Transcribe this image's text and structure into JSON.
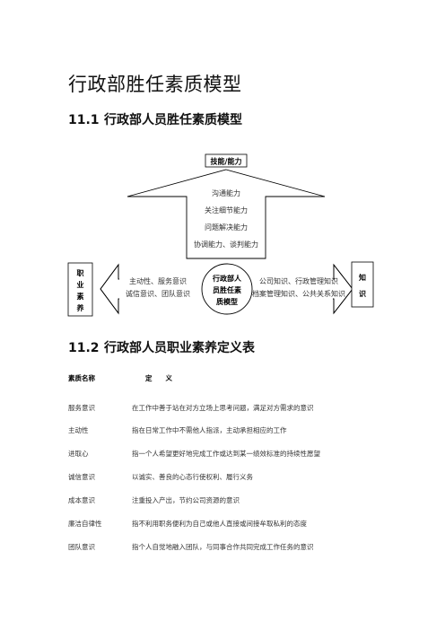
{
  "page": {
    "title": "行政部胜任素质模型",
    "section1": {
      "number": "11.1",
      "title": "行政部人员胜任素质模型"
    },
    "section2": {
      "number": "11.2",
      "title": "行政部人员职业素养定义表"
    }
  },
  "diagram": {
    "top_label": "技能/能力",
    "top_items": [
      "沟通能力",
      "关注细节能力",
      "问题解决能力",
      "协调能力、谈判能力"
    ],
    "left_label": [
      "职",
      "业",
      "素",
      "养"
    ],
    "left_items": [
      "主动性、服务意识",
      "诚信意识、团队意识"
    ],
    "center": [
      "行政部人",
      "员胜任素",
      "质模型"
    ],
    "right_label": [
      "知",
      "识"
    ],
    "right_items": [
      "公司知识、行政管理知识",
      "档案管理知识、公共关系知识"
    ]
  },
  "table": {
    "header": {
      "term": "素质名称",
      "def": "定　　义"
    },
    "rows": [
      {
        "term": "服务意识",
        "def": "在工作中善于站在对方立场上思考问题，满足对方需求的意识"
      },
      {
        "term": "主动性",
        "def": "指在日常工作中不需他人指派，主动承担相应的工作"
      },
      {
        "term": "进取心",
        "def": "指一个人希望更好地完成工作或达到某一绩效标准的持续性愿望"
      },
      {
        "term": "诚信意识",
        "def": "以诚实、善良的心态行使权利、履行义务"
      },
      {
        "term": "成本意识",
        "def": "注重投入产出，节约公司资源的意识"
      },
      {
        "term": "廉洁自律性",
        "def": "指不利用职务便利为自己或他人直接或间接牟取私利的态度"
      },
      {
        "term": "团队意识",
        "def": "指个人自觉地融入团队，与同事合作共同完成工作任务的意识"
      }
    ]
  }
}
